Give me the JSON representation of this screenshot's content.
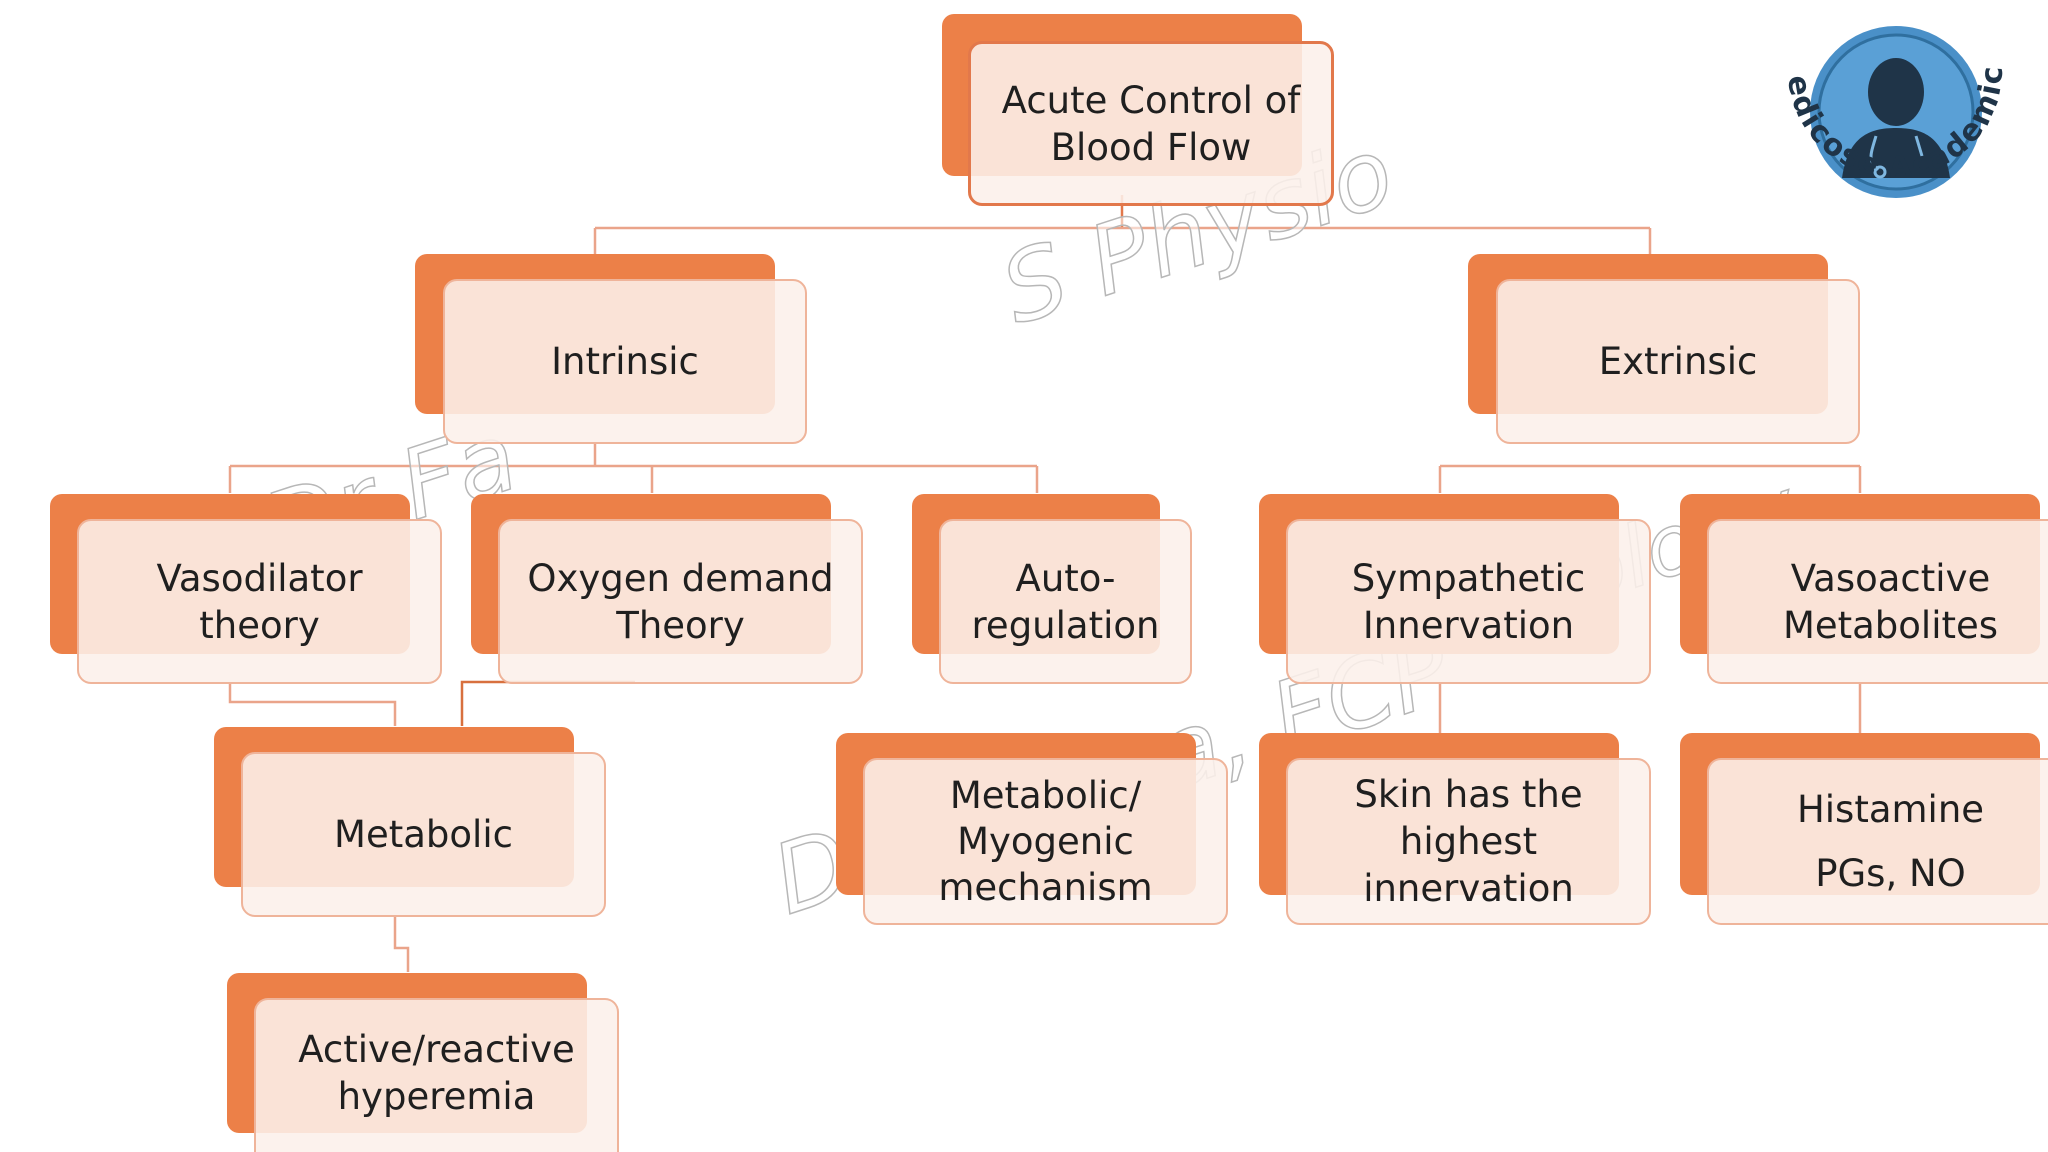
{
  "diagram": {
    "root": {
      "label": "Acute Control of\nBlood Flow"
    },
    "intrinsic": {
      "label": "Intrinsic"
    },
    "extrinsic": {
      "label": "Extrinsic"
    },
    "vasodilator": {
      "label": "Vasodilator\ntheory"
    },
    "oxygen_demand": {
      "label": "Oxygen demand\nTheory"
    },
    "autoregulation": {
      "label": "Auto-\nregulation"
    },
    "sympathetic": {
      "label": "Sympathetic\nInnervation"
    },
    "vasoactive": {
      "label": "Vasoactive\nMetabolites"
    },
    "metabolic": {
      "label": "Metabolic"
    },
    "metabolic_myogenic": {
      "label": "Metabolic/\nMyogenic\nmechanism"
    },
    "skin": {
      "label": "Skin has the\nhighest\ninnervation"
    },
    "histamine": {
      "label": "Histamine\nPGs, NO"
    },
    "hyperemia": {
      "label": "Active/reactive\nhyperemia"
    }
  },
  "watermark": {
    "line1": "Dr Fa                 S Physio",
    "line2": "Dr       iza, FCP",
    "line3": "ology"
  },
  "logo": {
    "text": "Medicose Academics"
  },
  "colors": {
    "accent_orange": "#ec8048",
    "box_fill": "#fcf0ea",
    "box_border": "#efb49a",
    "connector": "#eaa48a",
    "logo_blue": "#4a90c8"
  }
}
